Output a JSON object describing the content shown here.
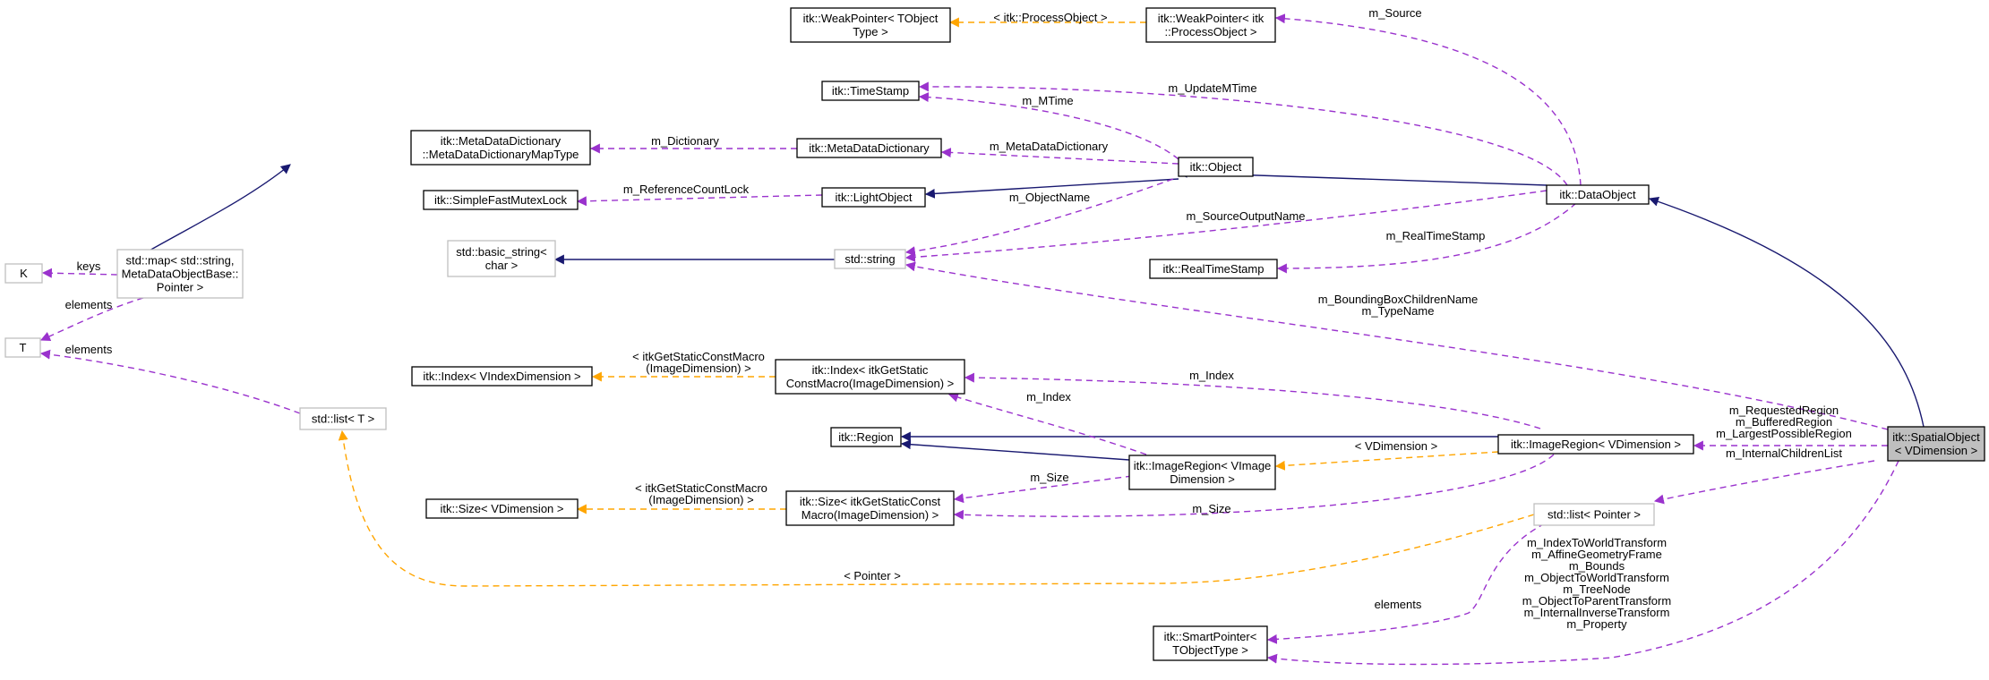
{
  "nodes": {
    "weakpointer_t": [
      "itk::WeakPointer< TObject",
      "Type >"
    ],
    "weakpointer_po": [
      "itk::WeakPointer< itk",
      "::ProcessObject >"
    ],
    "timestamp": [
      "itk::TimeStamp"
    ],
    "mdd_map": [
      "itk::MetaDataDictionary",
      "::MetaDataDictionaryMapType"
    ],
    "mdd": [
      "itk::MetaDataDictionary"
    ],
    "object": [
      "itk::Object"
    ],
    "dataobject": [
      "itk::DataObject"
    ],
    "sfml": [
      "itk::SimpleFastMutexLock"
    ],
    "lightobject": [
      "itk::LightObject"
    ],
    "k": [
      "K"
    ],
    "stdmap": [
      "std::map< std::string,",
      "MetaDataObjectBase::",
      "Pointer >"
    ],
    "basic_string": [
      "std::basic_string<",
      "char >"
    ],
    "string": [
      "std::string"
    ],
    "realtimestamp": [
      "itk::RealTimeStamp"
    ],
    "t": [
      "T"
    ],
    "index_v": [
      "itk::Index< VIndexDimension >"
    ],
    "index_itk": [
      "itk::Index< itkGetStatic",
      "ConstMacro(ImageDimension) >"
    ],
    "stdlist_t": [
      "std::list< T >"
    ],
    "region": [
      "itk::Region"
    ],
    "imageregion": [
      "itk::ImageRegion< VDimension >"
    ],
    "imageregion_vi": [
      "itk::ImageRegion< VImage",
      "Dimension >"
    ],
    "spatialobject": [
      "itk::SpatialObject",
      "< VDimension >"
    ],
    "size_v": [
      "itk::Size< VDimension >"
    ],
    "size_itk": [
      "itk::Size< itkGetStaticConst",
      "Macro(ImageDimension) >"
    ],
    "stdlist_ptr": [
      "std::list< Pointer >"
    ],
    "smartpointer": [
      "itk::SmartPointer<",
      "TObjectType >"
    ]
  },
  "edge_labels": {
    "e_process": [
      "< itk::ProcessObject >"
    ],
    "e_source": [
      "m_Source"
    ],
    "e_updatemtime": [
      "m_UpdateMTime"
    ],
    "e_mtime": [
      "m_MTime"
    ],
    "e_dictionary": [
      "m_Dictionary"
    ],
    "e_mddict": [
      "m_MetaDataDictionary"
    ],
    "e_refcount": [
      "m_ReferenceCountLock"
    ],
    "e_objectname": [
      "m_ObjectName"
    ],
    "e_sourceoutput": [
      "m_SourceOutputName"
    ],
    "e_realtime": [
      "m_RealTimeStamp"
    ],
    "e_keys": [
      "keys"
    ],
    "e_elements_map": [
      "elements"
    ],
    "e_elements_list": [
      "elements"
    ],
    "e_bbox": [
      "m_BoundingBoxChildrenName",
      "m_TypeName"
    ],
    "e_macro_index": [
      "< itkGetStaticConstMacro",
      "(ImageDimension) >"
    ],
    "e_index_ir": [
      "m_Index"
    ],
    "e_index_irv": [
      "m_Index"
    ],
    "e_regions": [
      "m_RequestedRegion",
      "m_BufferedRegion",
      "m_LargestPossibleRegion"
    ],
    "e_children": [
      "m_InternalChildrenList"
    ],
    "e_vdim": [
      "< VDimension >"
    ],
    "e_size_irv": [
      "m_Size"
    ],
    "e_size_ir": [
      "m_Size"
    ],
    "e_macro_size": [
      "< itkGetStaticConstMacro",
      "(ImageDimension) >"
    ],
    "e_pointer": [
      "< Pointer >"
    ],
    "e_elements_sp": [
      "elements"
    ],
    "e_transforms": [
      "m_IndexToWorldTransform",
      "m_AffineGeometryFrame",
      "m_Bounds",
      "m_ObjectToWorldTransform",
      "m_TreeNode",
      "m_ObjectToParentTransform",
      "m_InternalInverseTransform",
      "m_Property"
    ]
  },
  "colors": {
    "inheritance": "#191970",
    "member": "#9a32cd",
    "template": "#ffa500",
    "selected_fill": "#bfbfbf",
    "unresolved_border": "#bfbfbf"
  }
}
